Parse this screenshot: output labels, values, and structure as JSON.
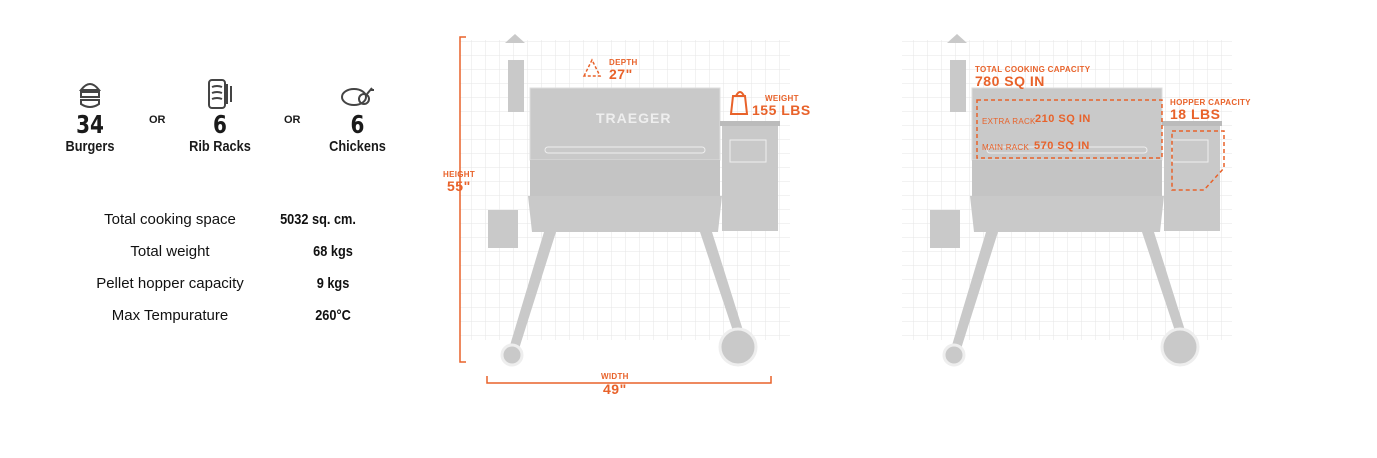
{
  "capacity": [
    {
      "icon": "burger-icon",
      "count": "34",
      "label": "Burgers"
    },
    {
      "icon": "rib-rack-icon",
      "count": "6",
      "label": "Rib Racks"
    },
    {
      "icon": "chicken-icon",
      "count": "6",
      "label": "Chickens"
    }
  ],
  "or_label": "OR",
  "specs": [
    {
      "label": "Total cooking space",
      "value": "5032 sq. cm."
    },
    {
      "label": "Total weight",
      "value": "68 kgs"
    },
    {
      "label": "Pellet hopper capacity",
      "value": "9 kgs"
    },
    {
      "label": "Max Tempurature",
      "value": "260°C"
    }
  ],
  "dimensions": {
    "depth": {
      "label": "DEPTH",
      "value": "27\""
    },
    "weight": {
      "label": "WEIGHT",
      "value": "155 LBS"
    },
    "height": {
      "label": "HEIGHT",
      "value": "55\""
    },
    "width": {
      "label": "WIDTH",
      "value": "49\""
    },
    "brand": "TRAEGER"
  },
  "capacity_diagram": {
    "total": {
      "label": "TOTAL COOKING CAPACITY",
      "value": "780 SQ IN"
    },
    "extra": {
      "label": "EXTRA RACK",
      "value": "210 SQ IN"
    },
    "main": {
      "label": "MAIN RACK",
      "value": "570 SQ IN"
    },
    "hopper": {
      "label": "HOPPER CAPACITY",
      "value": "18 LBS"
    }
  },
  "colors": {
    "accent": "#e8622a",
    "grill": "#c9c9c9"
  }
}
